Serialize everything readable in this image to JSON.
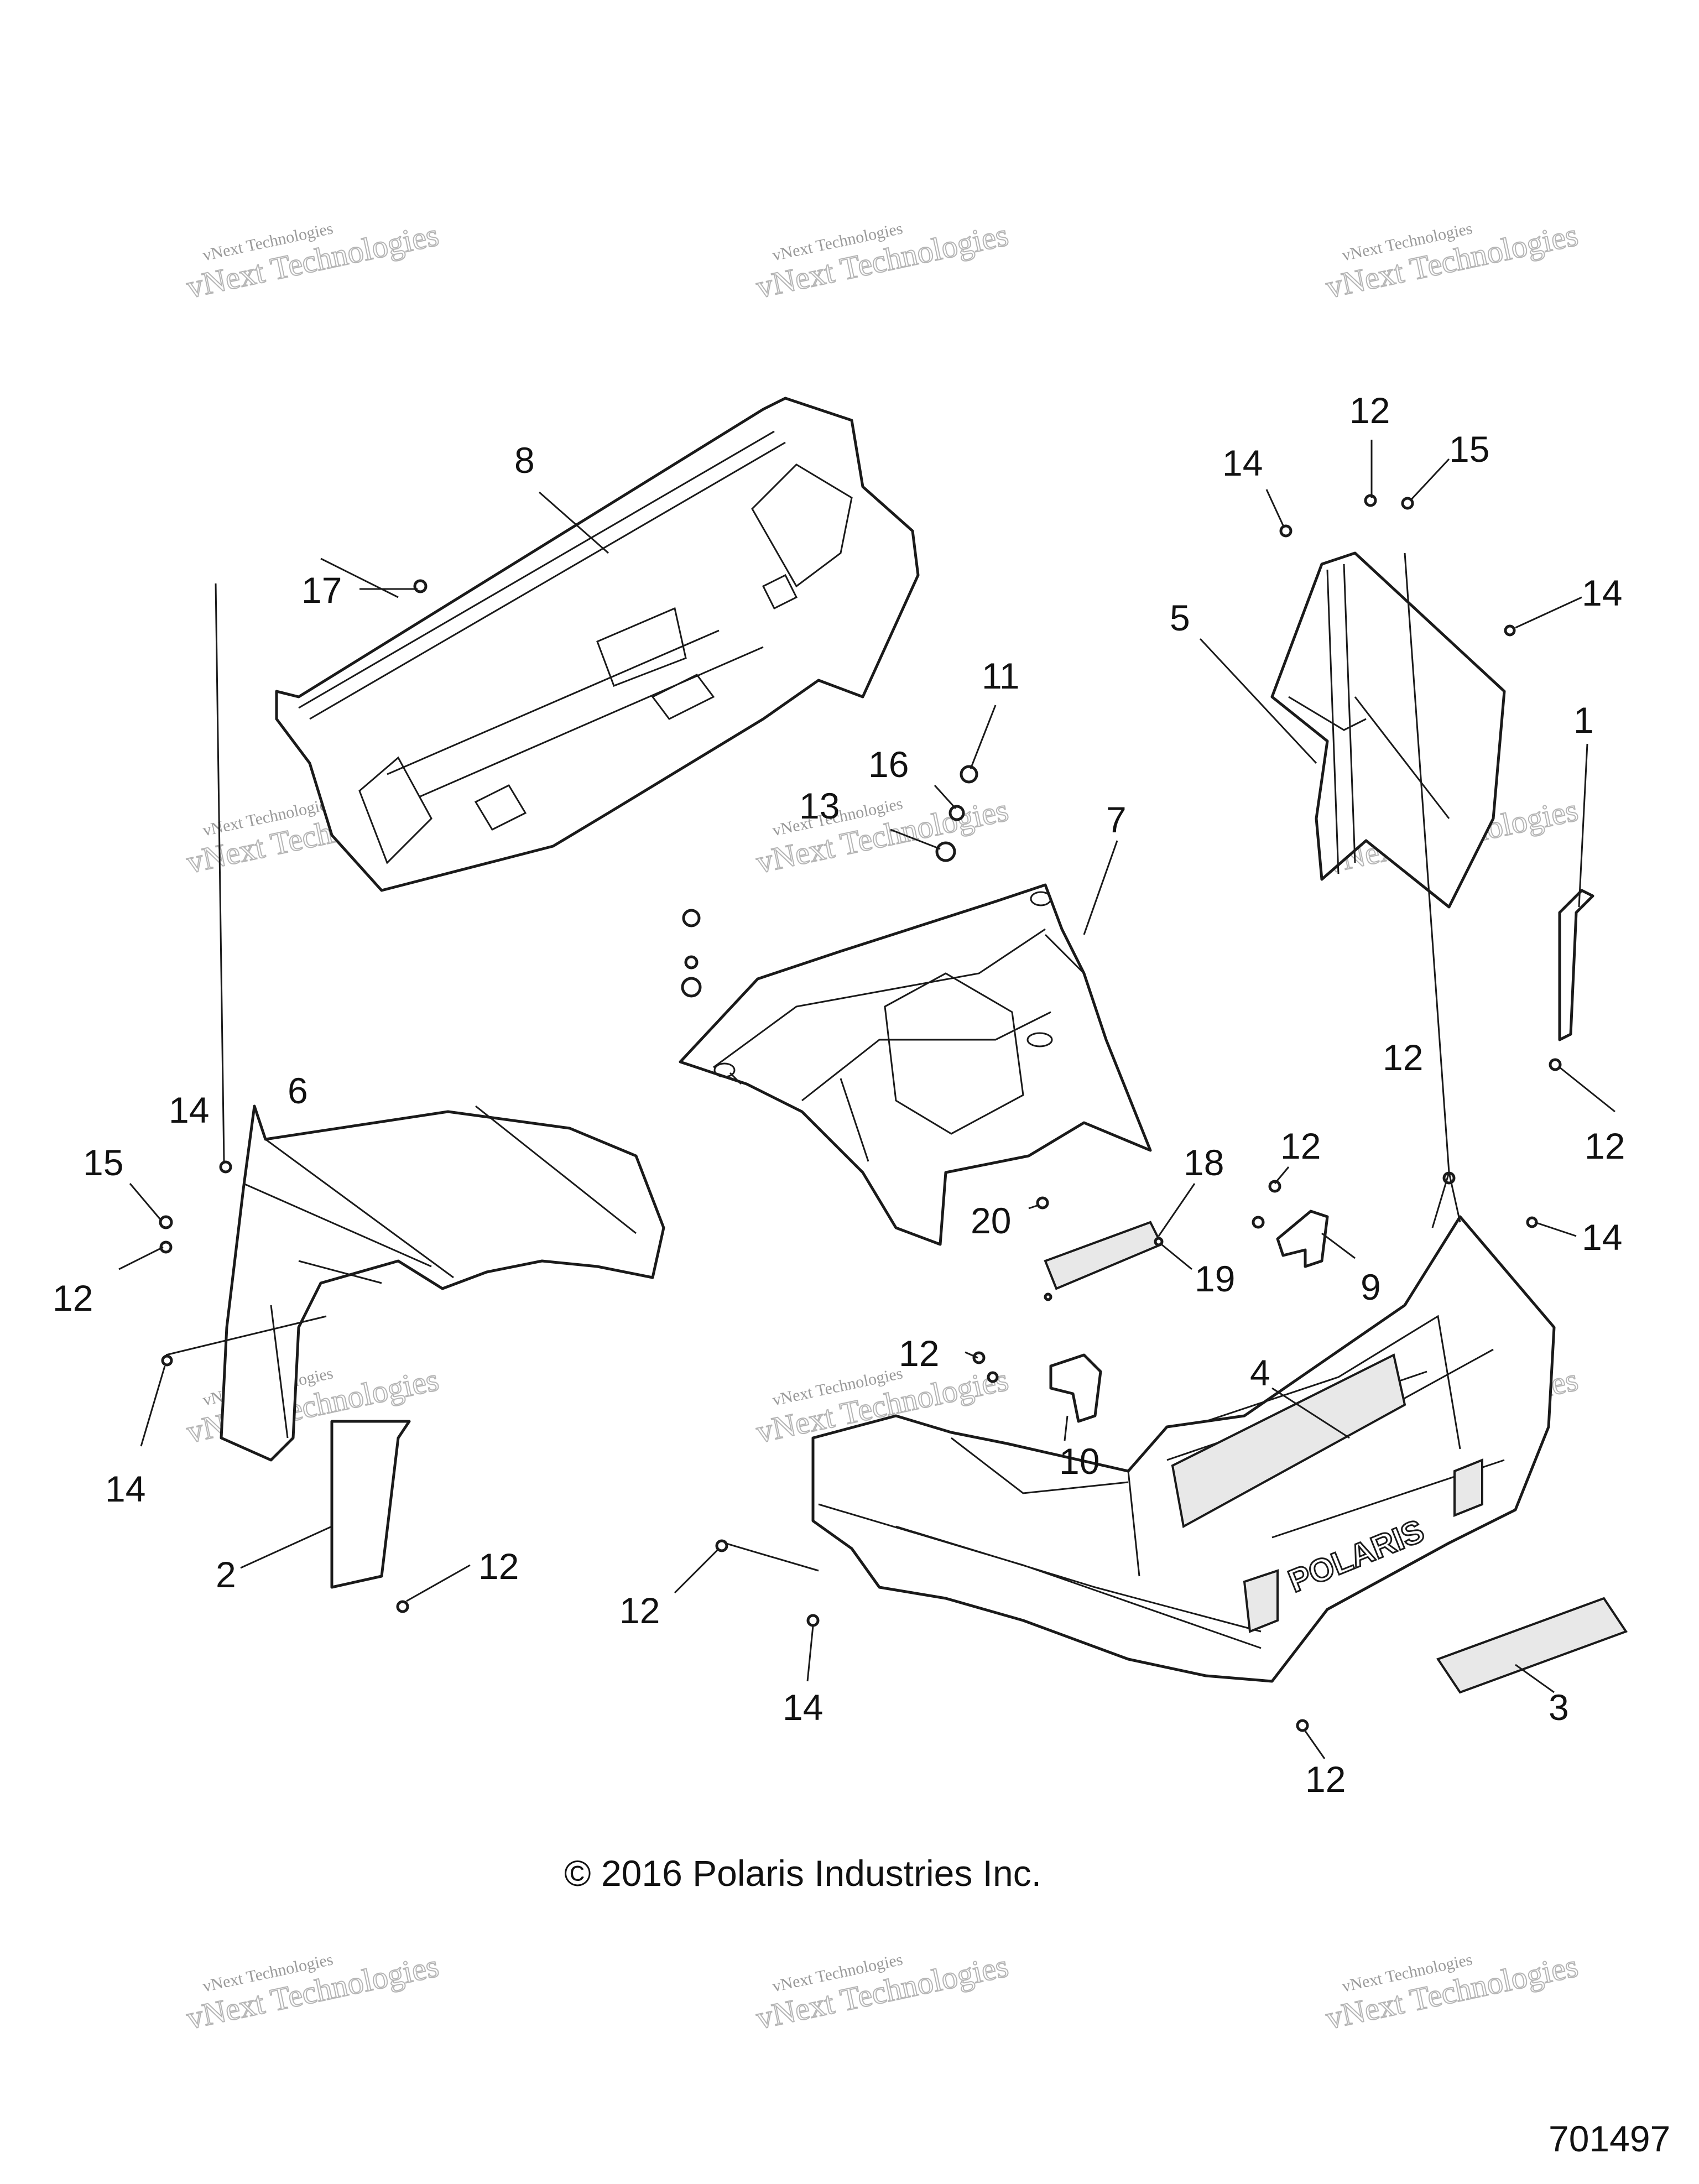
{
  "callouts": [
    {
      "id": "c8",
      "label": "8"
    },
    {
      "id": "c17",
      "label": "17"
    },
    {
      "id": "c14a",
      "label": "14"
    },
    {
      "id": "c12a",
      "label": "12"
    },
    {
      "id": "c15a",
      "label": "15"
    },
    {
      "id": "c14b",
      "label": "14"
    },
    {
      "id": "c5",
      "label": "5"
    },
    {
      "id": "c1",
      "label": "1"
    },
    {
      "id": "c11",
      "label": "11"
    },
    {
      "id": "c16",
      "label": "16"
    },
    {
      "id": "c13",
      "label": "13"
    },
    {
      "id": "c7",
      "label": "7"
    },
    {
      "id": "c12b",
      "label": "12"
    },
    {
      "id": "c12c",
      "label": "12"
    },
    {
      "id": "c6",
      "label": "6"
    },
    {
      "id": "c14c",
      "label": "14"
    },
    {
      "id": "c15b",
      "label": "15"
    },
    {
      "id": "c12d",
      "label": "12"
    },
    {
      "id": "c14d",
      "label": "14"
    },
    {
      "id": "c12e",
      "label": "12"
    },
    {
      "id": "c18",
      "label": "18"
    },
    {
      "id": "c20",
      "label": "20"
    },
    {
      "id": "c19",
      "label": "19"
    },
    {
      "id": "c9",
      "label": "9"
    },
    {
      "id": "c14e",
      "label": "14"
    },
    {
      "id": "c12f",
      "label": "12"
    },
    {
      "id": "c10",
      "label": "10"
    },
    {
      "id": "c4",
      "label": "4"
    },
    {
      "id": "c2",
      "label": "2"
    },
    {
      "id": "c12g",
      "label": "12"
    },
    {
      "id": "c12h",
      "label": "12"
    },
    {
      "id": "c14f",
      "label": "14"
    },
    {
      "id": "c3",
      "label": "3"
    },
    {
      "id": "c12i",
      "label": "12"
    }
  ],
  "watermark": {
    "line1": "vNext Technologies",
    "line2": "vNext Technologies"
  },
  "bumper_logo": "POLARIS",
  "copyright": "© 2016 Polaris Industries Inc.",
  "diagram_code": "701497"
}
